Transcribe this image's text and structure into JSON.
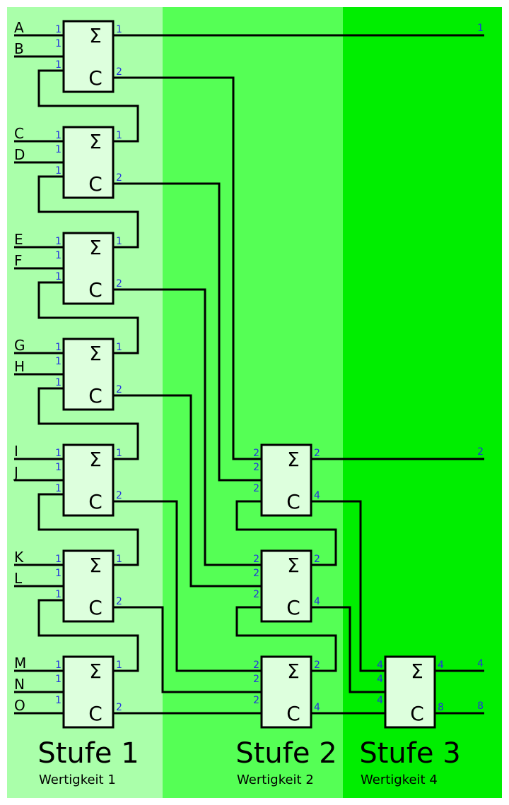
{
  "symbols": {
    "sum": "Σ",
    "carry": "C"
  },
  "inputs": [
    "A",
    "B",
    "C",
    "D",
    "E",
    "F",
    "G",
    "H",
    "I",
    "J",
    "K",
    "L",
    "M",
    "N",
    "O"
  ],
  "stages": [
    {
      "title": "Stufe 1",
      "subtitle": "Wertigkeit 1",
      "color": "#aaffaa"
    },
    {
      "title": "Stufe 2",
      "subtitle": "Wertigkeit 2",
      "color": "#55ff55"
    },
    {
      "title": "Stufe 3",
      "subtitle": "Wertigkeit 4",
      "color": "#00ee00"
    }
  ],
  "stage1": {
    "in_weight": "1",
    "sum_weight": "1",
    "carry_weight": "2"
  },
  "stage2": {
    "in_weight": "2",
    "sum_weight": "2",
    "carry_weight": "4"
  },
  "stage3": {
    "in_weight": "4",
    "sum_weight": "4",
    "carry_weight": "8"
  },
  "outputs": [
    "1",
    "2",
    "4",
    "8"
  ]
}
